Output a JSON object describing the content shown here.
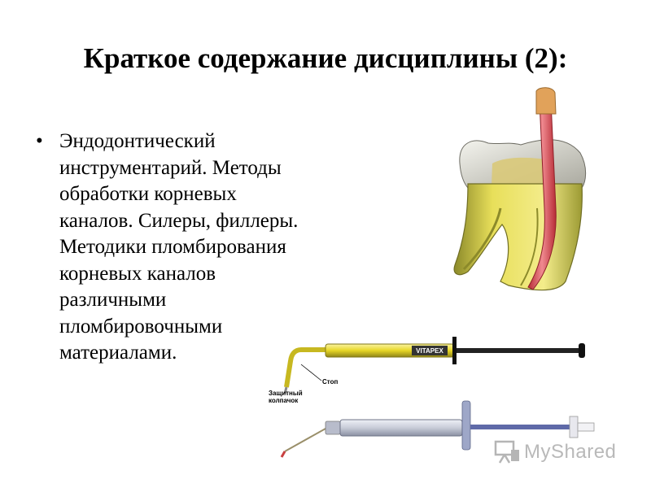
{
  "slide": {
    "title": "Краткое содержание дисциплины (2):",
    "bullet_symbol": "•",
    "bullet_lines": [
      "Эндодонтический",
      "инструментарий. Методы",
      "обработки корневых",
      "каналов. Силеры, филлеры.",
      "Методики пломбирования",
      "корневых каналов",
      "различными",
      "пломбировочными",
      "материалами."
    ]
  },
  "illustrations": {
    "syringe_brand": "VITAPEX",
    "label_stop": "Стоп",
    "label_cap_line1": "Защитный",
    "label_cap_line2": "колпачок"
  },
  "watermark": {
    "text": "MyShared"
  },
  "colors": {
    "tooth_enamel": "#d9d9d0",
    "tooth_yellow": "#e8df5a",
    "filling_red": "#d2454f",
    "syringe_yellow": "#f0e23a"
  }
}
